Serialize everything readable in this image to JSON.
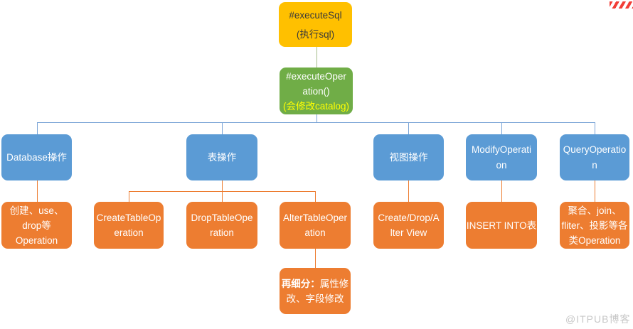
{
  "nodes": {
    "execute_sql": {
      "lines": [
        "#executeSql",
        "(执行sql)"
      ]
    },
    "execute_operation": {
      "lines": [
        "#executeOper",
        "ation()"
      ],
      "note": "(会修改catalog)"
    },
    "database_ops": {
      "lines": [
        "Database操作"
      ]
    },
    "table_ops": {
      "lines": [
        "表操作"
      ]
    },
    "view_ops": {
      "lines": [
        "视图操作"
      ]
    },
    "modify_operation": {
      "lines": [
        "ModifyOperati",
        "on"
      ]
    },
    "query_operation": {
      "lines": [
        "QueryOperatio",
        "n"
      ]
    },
    "database_child": {
      "lines": [
        "创建、use、",
        "drop等",
        "Operation"
      ]
    },
    "create_table": {
      "lines": [
        "CreateTableOp",
        "eration"
      ]
    },
    "drop_table": {
      "lines": [
        "DropTableOpe",
        "ration"
      ]
    },
    "alter_table": {
      "lines": [
        "AlterTableOper",
        "ation"
      ]
    },
    "view_child": {
      "lines": [
        "Create/Drop/A",
        "lter View"
      ]
    },
    "insert_into": {
      "lines": [
        "INSERT INTO表"
      ]
    },
    "query_child": {
      "lines": [
        "聚合、join、",
        "fliter、投影等各",
        "类Operation"
      ]
    },
    "subdivide": {
      "bold": "再细分：",
      "lines": [
        "属性修",
        "改、字段修改"
      ]
    }
  },
  "watermark": "@ITPUB博客",
  "colors": {
    "yellow": "#FFC000",
    "green": "#70AD47",
    "blue": "#5B9BD5",
    "orange": "#ED7D31",
    "note_yellow": "#FFFF00"
  }
}
